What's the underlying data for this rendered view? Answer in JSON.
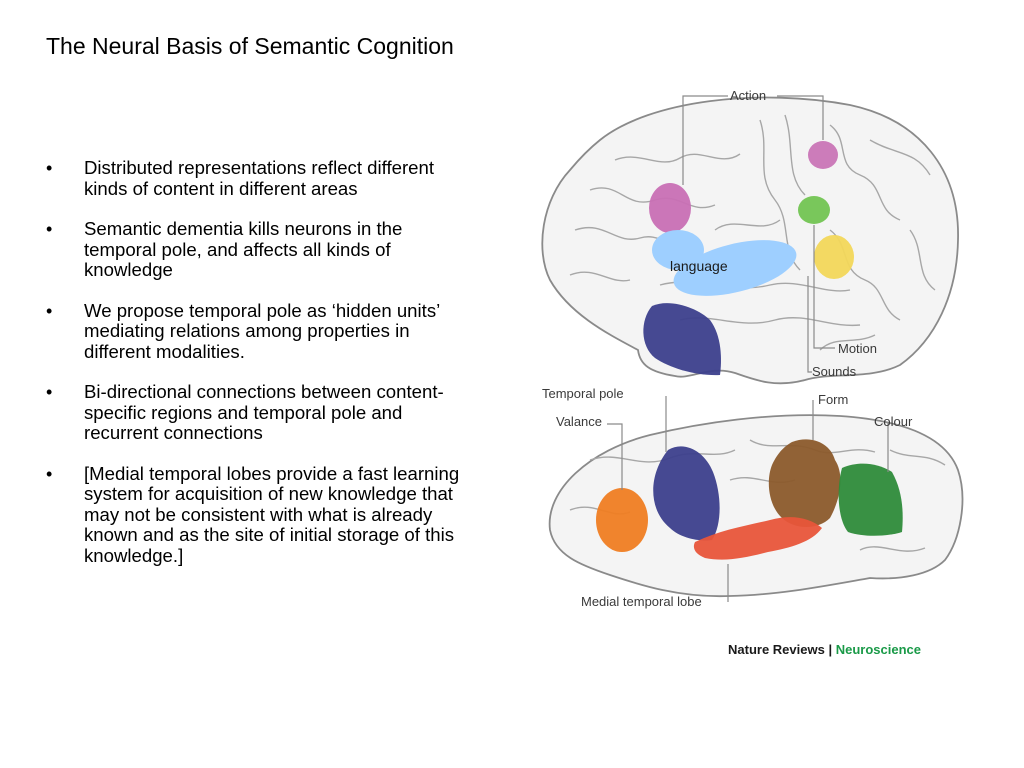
{
  "slide": {
    "title": "The Neural Basis of Semantic Cognition",
    "bullets": [
      "Distributed representations reflect different kinds of content in different areas",
      "Semantic dementia kills neurons in the temporal pole, and affects all kinds of knowledge",
      "We propose temporal pole as ‘hidden units’ mediating relations among properties in different modalities.",
      "Bi-directional connections between content-specific regions and temporal pole and recurrent connections",
      "[Medial temporal lobes provide a fast learning system for acquisition of new knowledge that may not be consistent with what is already known and as the site of initial storage of this knowledge.]"
    ],
    "bullet_glyph": "•"
  },
  "figure": {
    "labels": {
      "action": "Action",
      "language": "language",
      "motion": "Motion",
      "sounds": "Sounds",
      "temporal_pole": "Temporal pole",
      "form": "Form",
      "valance": "Valance",
      "colour": "Colour",
      "medial_temporal_lobe": "Medial temporal lobe"
    },
    "region_colors": {
      "action": "#c86fb4",
      "language": "#9ecfff",
      "motion": "#6cc24a",
      "sounds": "#f2d75a",
      "temporal_pole": "#3c3f8c",
      "form": "#8b5a2b",
      "colour": "#2e8b3a",
      "valance": "#ef7d22",
      "medial_temporal_lobe": "#e8553a"
    },
    "credit": {
      "journal": "Nature Reviews",
      "separator": "|",
      "section": "Neuroscience",
      "section_color": "#1a9a48"
    }
  }
}
